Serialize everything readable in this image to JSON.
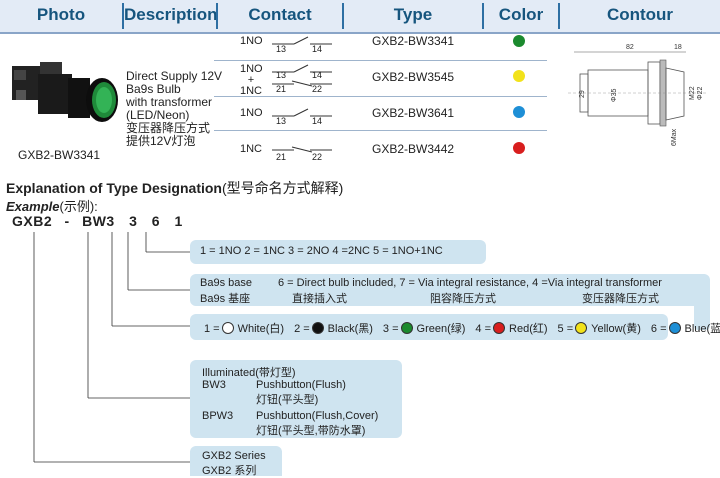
{
  "header": {
    "photo": "Photo",
    "description": "Description",
    "contact": "Contact",
    "type": "Type",
    "color": "Color",
    "contour": "Contour"
  },
  "photo_caption": "GXB2-BW3341",
  "description": {
    "line1": "Direct Supply 12V",
    "line2": "Ba9s Bulb",
    "line3": "with transformer",
    "line4": "(LED/Neon)",
    "cn1": "变压器降压方式",
    "cn2": "提供12V灯泡"
  },
  "rows": [
    {
      "contact": "1NO",
      "contact2": "",
      "terminals_a": "13",
      "terminals_b": "14",
      "type": "GXB2-BW3341",
      "color": "#1b8a2e"
    },
    {
      "contact": "1NO",
      "contact2": "1NC",
      "terminals_a": "13",
      "terminals_b": "14",
      "terminals_c": "21",
      "terminals_d": "22",
      "type": "GXB2-BW3545",
      "color": "#f2e21a"
    },
    {
      "contact": "1NO",
      "contact2": "",
      "terminals_a": "13",
      "terminals_b": "14",
      "type": "GXB2-BW3641",
      "color": "#1e8fd6"
    },
    {
      "contact": "1NC",
      "contact2": "",
      "terminals_a": "21",
      "terminals_b": "22",
      "type": "GXB2-BW3442",
      "color": "#d81e1e"
    }
  ],
  "contour": {
    "dim1": "82",
    "dim2": "18",
    "dim3": "29",
    "dim4": "Φ35",
    "dim5": "Φ22",
    "dim6": "M22",
    "dim7": "6Max"
  },
  "explanation": {
    "title": "Explanation of Type Designation",
    "title_cn": "(型号命名方式解释)",
    "example": "Example",
    "example_cn": "(示例):",
    "code": [
      "GXB2",
      "-",
      "BW3",
      "3",
      "6",
      "1"
    ]
  },
  "boxes": {
    "contacts": "1 = 1NO   2 = 1NC  3 = 2NO 4 =2NC 5 = 1NO+1NC",
    "base_en": "Ba9s base",
    "base_cn": "Ba9s 基座",
    "base_opts": "6 = Direct bulb included, 7 = Via integral resistance, 4 =Via integral transformer",
    "opt6_cn": "直接插入式",
    "opt7_cn": "阻容降压方式",
    "opt4_cn": "变压器降压方式",
    "colors": [
      {
        "num": "1 =",
        "name": "White(白)",
        "hex": "#ffffff"
      },
      {
        "num": "2 =",
        "name": "Black(黑)",
        "hex": "#111111"
      },
      {
        "num": "3 =",
        "name": "Green(绿)",
        "hex": "#1b8a2e"
      },
      {
        "num": "4 =",
        "name": "Red(红)",
        "hex": "#d81e1e"
      },
      {
        "num": "5 =",
        "name": "Yellow(黄)",
        "hex": "#f2e21a"
      },
      {
        "num": "6 =",
        "name": "Blue(蓝)",
        "hex": "#1e8fd6"
      }
    ],
    "illum": "Illuminated(带灯型)",
    "bw3": "BW3",
    "bw3_desc": "Pushbutton(Flush)",
    "bw3_cn": "灯钮(平头型)",
    "bpw3": "BPW3",
    "bpw3_desc": "Pushbutton(Flush,Cover)",
    "bpw3_cn": "灯钮(平头型,带防水罩)",
    "series": "GXB2 Series",
    "series_cn": "GXB2 系列"
  }
}
